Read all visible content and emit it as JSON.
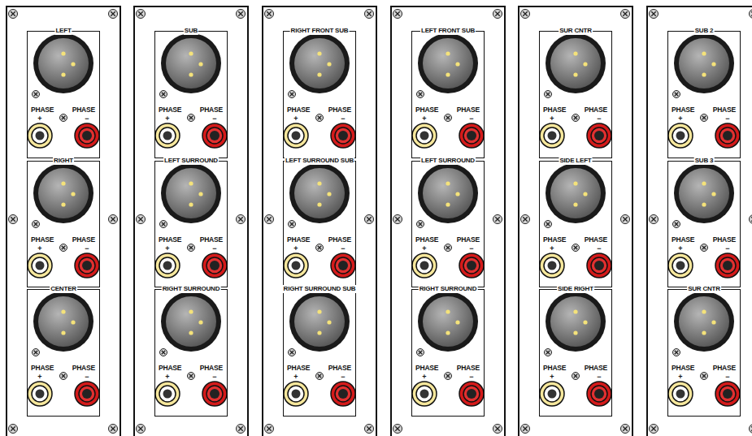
{
  "diagram": {
    "nodes": [
      {
        "text": [
          "LEFT",
          "PHASE",
          "PHASE",
          "+",
          "−"
        ]
      },
      {
        "text": [
          "RIGHT",
          "PHASE",
          "PHASE",
          "+",
          "−"
        ]
      },
      {
        "text": [
          "CENTER",
          "PHASE",
          "PHASE",
          "+",
          "−"
        ]
      },
      {
        "text": [
          "SUB",
          "PHASE",
          "PHASE",
          "+",
          "−"
        ]
      },
      {
        "text": [
          "LEFT SURROUND",
          "PHASE",
          "PHASE",
          "+",
          "−"
        ]
      },
      {
        "text": [
          "RIGHT SURROUND",
          "PHASE",
          "PHASE",
          "+",
          "−"
        ]
      },
      {
        "text": [
          "RIGHT FRONT SUB",
          "PHASE",
          "PHASE",
          "+",
          "−"
        ]
      },
      {
        "text": [
          "LEFT SURROUND SUB",
          "PHASE",
          "PHASE",
          "+",
          "−"
        ]
      },
      {
        "text": [
          "RIGHT SURROUND SUB",
          "PHASE",
          "PHASE",
          "+",
          "−"
        ]
      },
      {
        "text": [
          "LEFT FRONT SUB",
          "PHASE",
          "PHASE",
          "+",
          "−"
        ]
      },
      {
        "text": [
          "LEFT SURROUND",
          "PHASE",
          "PHASE",
          "+",
          "−"
        ]
      },
      {
        "text": [
          "RIGHT SURROUND",
          "PHASE",
          "PHASE",
          "+",
          "−"
        ]
      },
      {
        "text": [
          "SUR CNTR",
          "PHASE",
          "PHASE",
          "+",
          "−"
        ]
      },
      {
        "text": [
          "SIDE LEFT",
          "PHASE",
          "PHASE",
          "+",
          "−"
        ]
      },
      {
        "text": [
          "SIDE RIGHT",
          "PHASE",
          "PHASE",
          "+",
          "−"
        ]
      },
      {
        "text": [
          "SUB 2",
          "PHASE",
          "PHASE",
          "+",
          "−"
        ]
      },
      {
        "text": [
          "SUB 3",
          "PHASE",
          "PHASE",
          "+",
          "−"
        ]
      },
      {
        "text": [
          "SUR CNTR",
          "PHASE",
          "PHASE",
          "+",
          "−"
        ]
      }
    ]
  }
}
